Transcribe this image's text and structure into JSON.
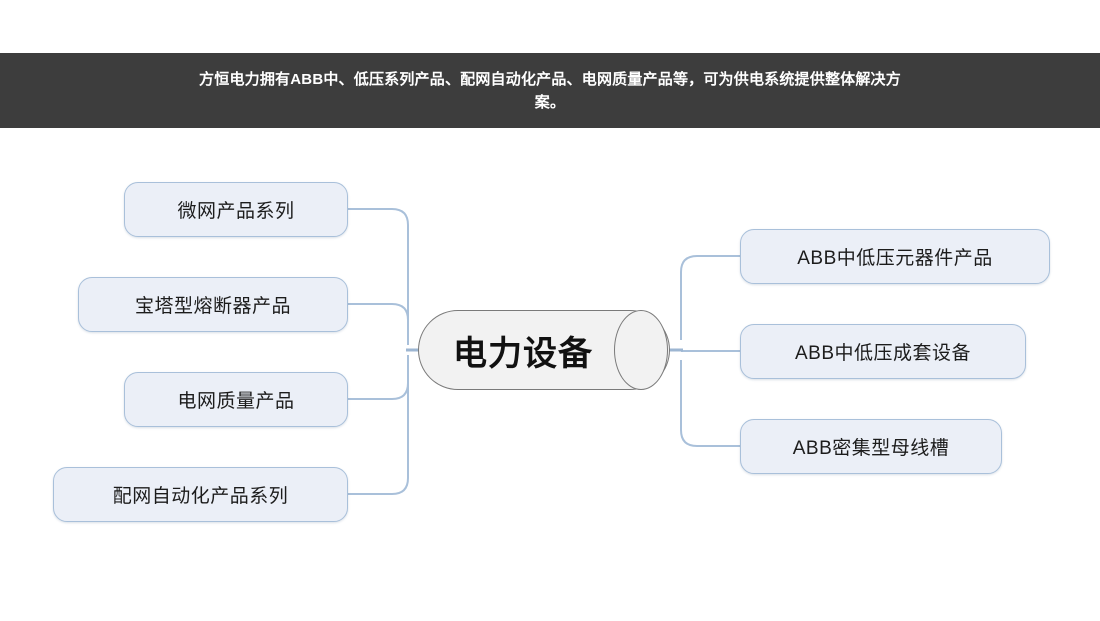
{
  "banner": {
    "text": "方恒电力拥有ABB中、低压系列产品、配网自动化产品、电网质量产品等，可为供电系统提供整体解决方案。",
    "background_color": "#3d3d3d",
    "text_color": "#ffffff"
  },
  "mindmap": {
    "center": {
      "label": "电力设备",
      "shape": "cylinder",
      "fill_color": "#f2f2f2",
      "border_color": "#7a7a7a"
    },
    "node_style": {
      "fill_color": "#ebeff7",
      "border_color": "#a9c0da",
      "connector_color": "#a9c0da"
    },
    "left_branches": [
      {
        "label": "微网产品系列"
      },
      {
        "label": "宝塔型熔断器产品"
      },
      {
        "label": "电网质量产品"
      },
      {
        "label": "配网自动化产品系列"
      }
    ],
    "right_branches": [
      {
        "label": "ABB中低压元器件产品"
      },
      {
        "label": "ABB中低压成套设备"
      },
      {
        "label": "ABB密集型母线槽"
      }
    ]
  }
}
